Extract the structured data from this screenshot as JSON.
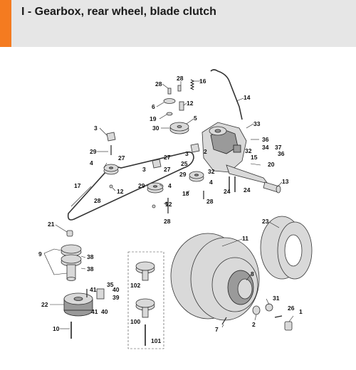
{
  "page": {
    "title": "I - Gearbox, rear wheel, blade clutch",
    "accent_color": "#f47b20",
    "header_bg": "#e6e6e6"
  },
  "callouts": {
    "c28a": "28",
    "c28b": "28",
    "c16": "16",
    "c14": "14",
    "c6": "6",
    "c12a": "12",
    "c19": "19",
    "c5": "5",
    "c30": "30",
    "c33": "33",
    "c3a": "3",
    "c36a": "36",
    "c34": "34",
    "c37": "37",
    "c36b": "36",
    "c2a": "2",
    "c32a": "32",
    "c15": "15",
    "c20": "20",
    "c29a": "29",
    "c27a": "27",
    "c4a": "4",
    "c3b": "3",
    "c27b": "27",
    "c27c": "27",
    "c25": "25",
    "c3c": "3",
    "c17": "17",
    "c12b": "12",
    "c29b": "29",
    "c29c": "29",
    "c32b": "32",
    "c4b": "4",
    "c24a": "24",
    "c24b": "24",
    "c13": "13",
    "c4c": "4",
    "c18": "18",
    "c28c": "28",
    "c28d": "28",
    "c12c": "12",
    "c28e": "28",
    "c21": "21",
    "c23": "23",
    "c11": "11",
    "c9": "9",
    "c38a": "38",
    "c38b": "38",
    "c8": "8",
    "c35": "35",
    "c40a": "40",
    "c41a": "41",
    "c39": "39",
    "c102": "102",
    "c22": "22",
    "c41b": "41",
    "c40b": "40",
    "c31": "31",
    "c26": "26",
    "c1": "1",
    "c10": "10",
    "c100": "100",
    "c7": "7",
    "c2b": "2",
    "c101": "101"
  }
}
